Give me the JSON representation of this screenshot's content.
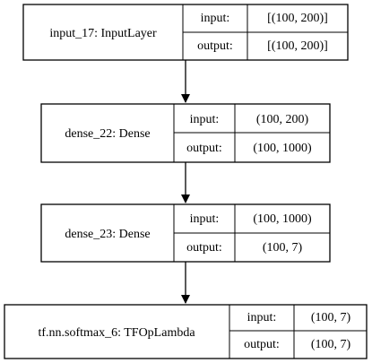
{
  "nodes": [
    {
      "name": "input_17: InputLayer",
      "rows": [
        {
          "key": "input:",
          "value": "[(100, 200)]"
        },
        {
          "key": "output:",
          "value": "[(100, 200)]"
        }
      ]
    },
    {
      "name": "dense_22: Dense",
      "rows": [
        {
          "key": "input:",
          "value": "(100, 200)"
        },
        {
          "key": "output:",
          "value": "(100, 1000)"
        }
      ]
    },
    {
      "name": "dense_23: Dense",
      "rows": [
        {
          "key": "input:",
          "value": "(100, 1000)"
        },
        {
          "key": "output:",
          "value": "(100, 7)"
        }
      ]
    },
    {
      "name": "tf.nn.softmax_6: TFOpLambda",
      "rows": [
        {
          "key": "input:",
          "value": "(100, 7)"
        },
        {
          "key": "output:",
          "value": "(100, 7)"
        }
      ]
    }
  ],
  "edges": [
    {
      "from": "input_17: InputLayer",
      "to": "dense_22: Dense"
    },
    {
      "from": "dense_22: Dense",
      "to": "dense_23: Dense"
    },
    {
      "from": "dense_23: Dense",
      "to": "tf.nn.softmax_6: TFOpLambda"
    }
  ]
}
